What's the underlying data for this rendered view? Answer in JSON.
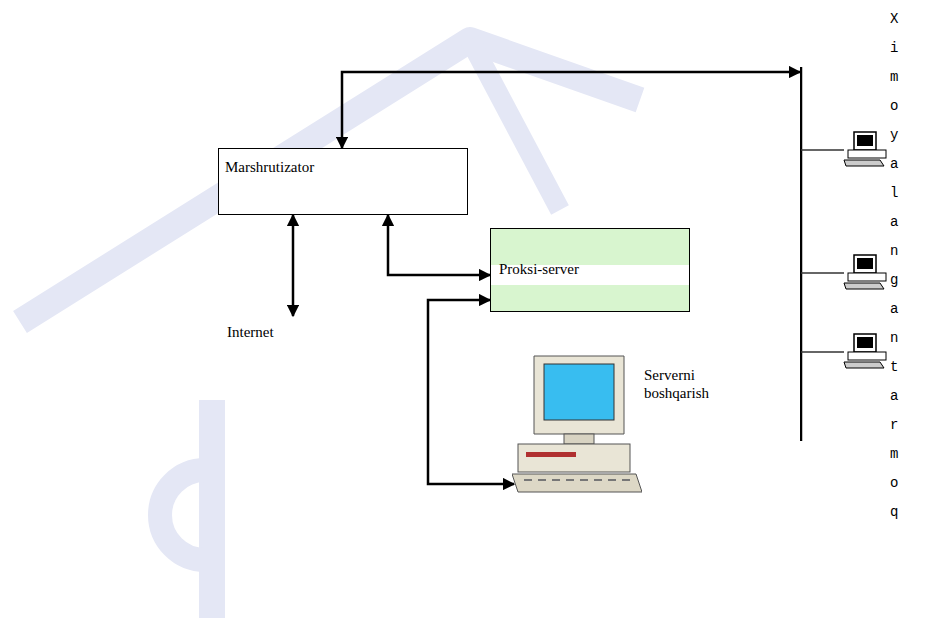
{
  "diagram": {
    "nodes": [
      {
        "text": [
          "Marshrutizator"
        ]
      },
      {
        "text": [
          "Internet"
        ]
      },
      {
        "text": [
          "Proksi-server"
        ]
      },
      {
        "text": [
          "Serverni boshqarish"
        ]
      },
      {
        "text": [
          "Ximoyalangan tarmoq"
        ]
      }
    ],
    "edges": [
      {
        "from": 0,
        "to": 1,
        "arrow": "both"
      },
      {
        "from": 0,
        "to": 2,
        "arrow": "both"
      },
      {
        "from": 2,
        "to": 3,
        "arrow": "both"
      },
      {
        "from": 0,
        "to": 4,
        "arrow": "both"
      }
    ]
  }
}
